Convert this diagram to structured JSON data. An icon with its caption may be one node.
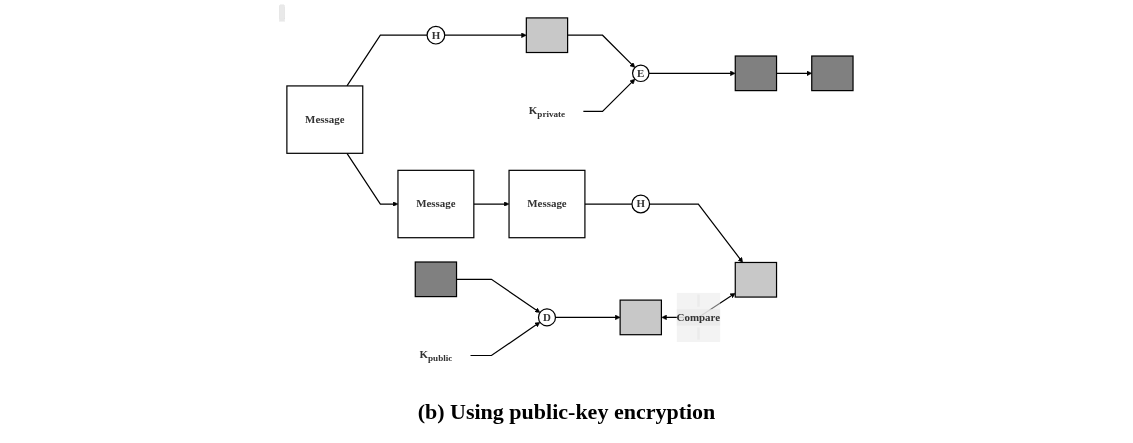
{
  "diagram": {
    "caption": "(b) Using public-key encryption",
    "nodes": [
      {
        "text": [
          "Message"
        ]
      },
      {
        "text": [
          "H"
        ]
      },
      {
        "text": [],
        "shape": "box"
      },
      {
        "text": [
          "E"
        ]
      },
      {
        "text": [
          "K$_{private}$"
        ]
      },
      {
        "text": [],
        "shape": "box"
      },
      {
        "text": [
          "Message"
        ]
      },
      {
        "text": [],
        "shape": "box"
      },
      {
        "text": [
          "Message"
        ]
      },
      {
        "text": [],
        "shape": "box"
      },
      {
        "text": [
          "H"
        ]
      },
      {
        "text": [],
        "shape": "box"
      },
      {
        "text": [
          "K$_{public}$"
        ]
      },
      {
        "text": [
          "D"
        ]
      },
      {
        "text": [],
        "shape": "box"
      }
    ],
    "edges": [
      {
        "from": 0,
        "to": 6,
        "arrow": "to"
      },
      {
        "from": 0,
        "to": 1,
        "arrow": "none"
      },
      {
        "from": 1,
        "to": 2,
        "arrow": "to"
      },
      {
        "from": 2,
        "to": 3,
        "arrow": "to"
      },
      {
        "from": 4,
        "to": 3,
        "arrow": "to"
      },
      {
        "from": 3,
        "to": 5,
        "arrow": "to"
      },
      {
        "from": 5,
        "to": 7,
        "arrow": "to"
      },
      {
        "from": 6,
        "to": 8,
        "arrow": "to"
      },
      {
        "from": 8,
        "to": 10,
        "arrow": "none"
      },
      {
        "from": 10,
        "to": 11,
        "arrow": "to"
      },
      {
        "from": 9,
        "to": 13,
        "arrow": "to"
      },
      {
        "from": 12,
        "to": 13,
        "arrow": "to"
      },
      {
        "from": 13,
        "to": 14,
        "arrow": "to"
      },
      {
        "from": 14,
        "to": 11,
        "arrow": "both",
        "label": "Compare"
      }
    ]
  }
}
